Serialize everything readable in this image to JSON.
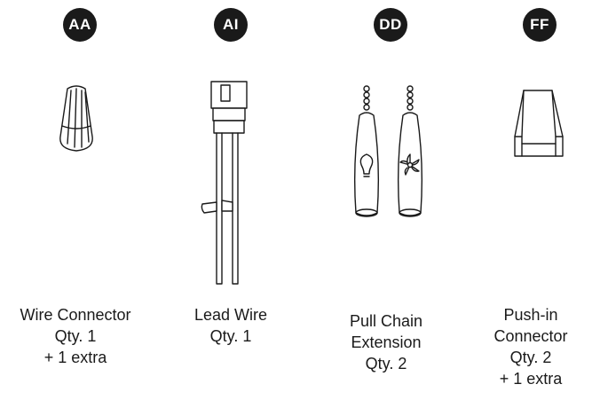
{
  "parts": [
    {
      "badge": "AA",
      "name": "Wire Connector",
      "qty": "Qty. 1",
      "extra": "+ 1 extra",
      "icon": "wire-connector-icon"
    },
    {
      "badge": "AI",
      "name": "Lead Wire",
      "qty": "Qty. 1",
      "icon": "lead-wire-icon"
    },
    {
      "badge": "DD",
      "name_line1": "Pull Chain",
      "name_line2": "Extension",
      "qty": "Qty. 2",
      "icon": "pull-chain-icon"
    },
    {
      "badge": "FF",
      "name_line1": "Push-in",
      "name_line2": "Connector",
      "qty": "Qty. 2",
      "extra": "+ 1 extra",
      "icon": "push-in-connector-icon"
    }
  ],
  "colors": {
    "badge_background": "#1a1a1a",
    "badge_text": "#ffffff",
    "text": "#1a1a1a"
  }
}
